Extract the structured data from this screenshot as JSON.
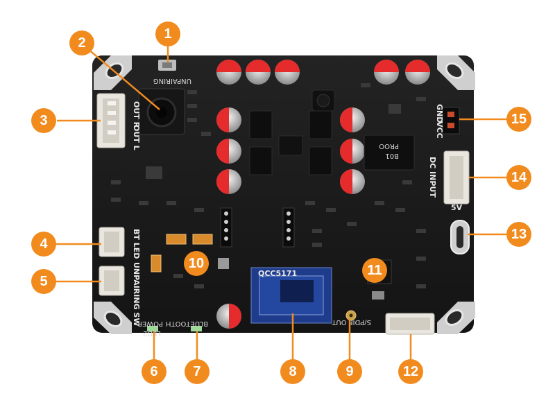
{
  "callouts": [
    {
      "number": "1",
      "points_to": "unpairing switch"
    },
    {
      "number": "2",
      "points_to": "3.5mm audio jack"
    },
    {
      "number": "3",
      "points_to": "OUT R / OUT L connector"
    },
    {
      "number": "4",
      "points_to": "BT LED connector"
    },
    {
      "number": "5",
      "points_to": "UNPAIRING SW connector"
    },
    {
      "number": "6",
      "points_to": "POWER LED"
    },
    {
      "number": "7",
      "points_to": "BLUETOOTH LED"
    },
    {
      "number": "8",
      "points_to": "QCC5171 module"
    },
    {
      "number": "9",
      "points_to": "S/PDIF OUT connector"
    },
    {
      "number": "10",
      "points_to": "pin header"
    },
    {
      "number": "11",
      "points_to": "IC"
    },
    {
      "number": "12",
      "points_to": "S/PDIF connector"
    },
    {
      "number": "13",
      "points_to": "USB-C 5V"
    },
    {
      "number": "14",
      "points_to": "DC INPUT connector"
    },
    {
      "number": "15",
      "points_to": "GND VCC header"
    }
  ],
  "silkscreen": {
    "unpairing": "UNPAIRING",
    "out_r": "OUT R",
    "out_l": "OUT L",
    "bt_led": "BT LED",
    "unpairing_sw": "UNPAIRING SW",
    "power": "POWER",
    "bluetooth": "BLUETOOTH",
    "led2": "LED2",
    "module": "QCC5171",
    "spdif_out": "S/PDIF OUT",
    "gnd": "GND",
    "vcc": "VCC",
    "dc_input": "DC INPUT",
    "five_v": "5V",
    "proo": "PROO",
    "b01": "B01"
  },
  "colors": {
    "callout_orange": "#f28b1e",
    "pcb": "#1c1c1c",
    "capacitor_red": "#e52b2b",
    "module_blue": "#1f3c8c",
    "connector_white": "#e9e6df"
  }
}
